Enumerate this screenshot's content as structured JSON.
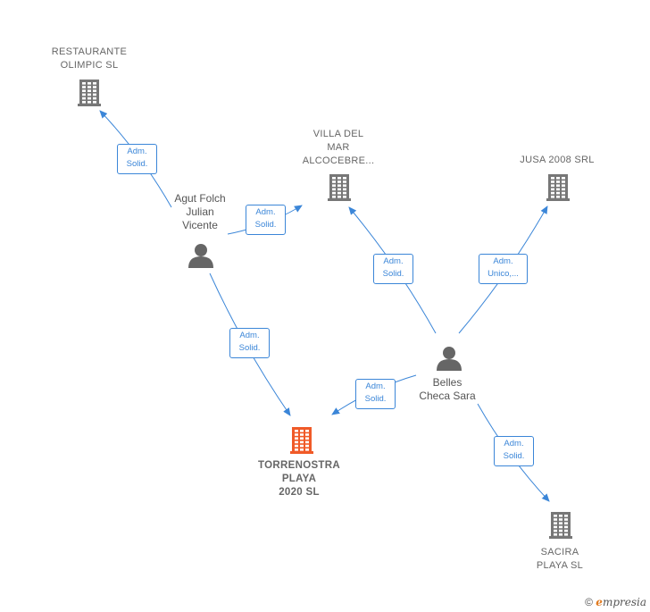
{
  "colors": {
    "edge": "#3b86d8",
    "building": "#777777",
    "building_main": "#f05a28",
    "person": "#666666"
  },
  "companies": [
    {
      "id": "restaurante",
      "label": "RESTAURANTE\nOLIMPIC  SL",
      "icon": "building-icon"
    },
    {
      "id": "villa",
      "label": "VILLA DEL\nMAR\nALCOCEBRE...",
      "icon": "building-icon"
    },
    {
      "id": "jusa",
      "label": "JUSA 2008 SRL",
      "icon": "building-icon"
    },
    {
      "id": "torrenostra",
      "label": "TORRENOSTRA\nPLAYA\n2020  SL",
      "icon": "building-icon",
      "main": true
    },
    {
      "id": "sacira",
      "label": "SACIRA\nPLAYA  SL",
      "icon": "building-icon"
    }
  ],
  "people": [
    {
      "id": "agut",
      "label": "Agut Folch\nJulian\nVicente",
      "icon": "person-icon"
    },
    {
      "id": "belles",
      "label": "Belles\nCheca Sara",
      "icon": "person-icon"
    }
  ],
  "edges": [
    {
      "id": "agut-restaurante",
      "from": "agut",
      "to": "restaurante",
      "label": "Adm.\nSolid."
    },
    {
      "id": "agut-villa",
      "from": "agut",
      "to": "villa",
      "label": "Adm.\nSolid."
    },
    {
      "id": "agut-torrenostra",
      "from": "agut",
      "to": "torrenostra",
      "label": "Adm.\nSolid."
    },
    {
      "id": "belles-villa",
      "from": "belles",
      "to": "villa",
      "label": "Adm.\nSolid."
    },
    {
      "id": "belles-jusa",
      "from": "belles",
      "to": "jusa",
      "label": "Adm.\nUnico,..."
    },
    {
      "id": "belles-torrenostra",
      "from": "belles",
      "to": "torrenostra",
      "label": "Adm.\nSolid."
    },
    {
      "id": "belles-sacira",
      "from": "belles",
      "to": "sacira",
      "label": "Adm.\nSolid."
    }
  ],
  "footer": {
    "copyright": "©",
    "brand_e": "e",
    "brand_rest": "mpresia"
  }
}
